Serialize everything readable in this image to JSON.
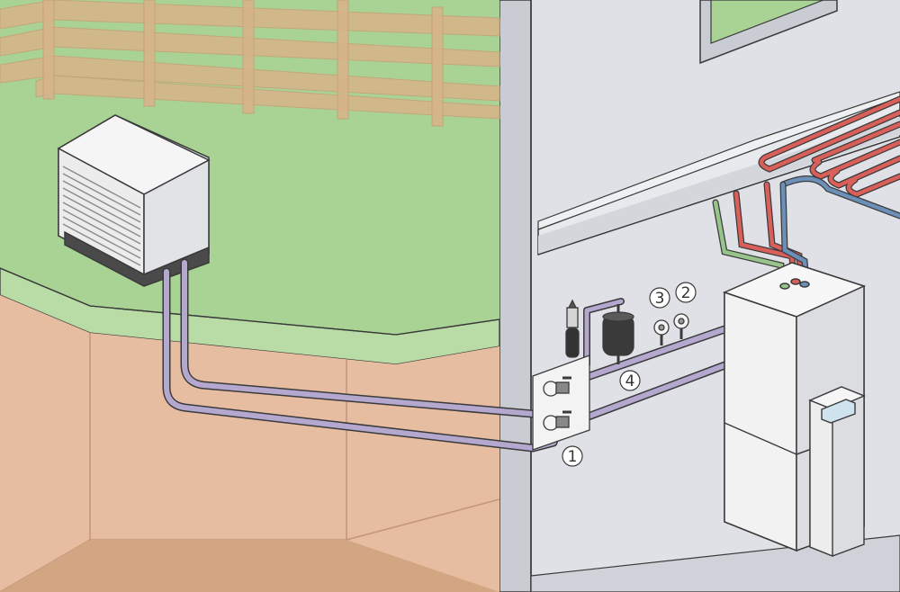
{
  "diagram": {
    "callouts": [
      {
        "id": "1",
        "label": "1"
      },
      {
        "id": "2",
        "label": "2"
      },
      {
        "id": "3",
        "label": "3"
      },
      {
        "id": "4",
        "label": "4"
      }
    ],
    "colors": {
      "lawn": "#a9d394",
      "lawn_edge": "#8fc07a",
      "soil": "#e6bda0",
      "soil_dark": "#d2a583",
      "wall": "#dfe1e6",
      "wall_shadow": "#c9ccd3",
      "fence": "#d7b48a",
      "pipe_refrigerant": "#b5a8cf",
      "pipe_hot": "#d9605a",
      "pipe_cold": "#6c8fb8",
      "pipe_green": "#97c48a",
      "unit_body": "#f5f5f5",
      "outline": "#3a3a3a"
    },
    "icons": [
      "outdoor-unit-icon",
      "indoor-unit-icon",
      "control-panel-icon",
      "valve-icon",
      "expansion-vessel-icon",
      "gauge-icon",
      "floor-heating-coil-icon",
      "fence-icon"
    ]
  }
}
